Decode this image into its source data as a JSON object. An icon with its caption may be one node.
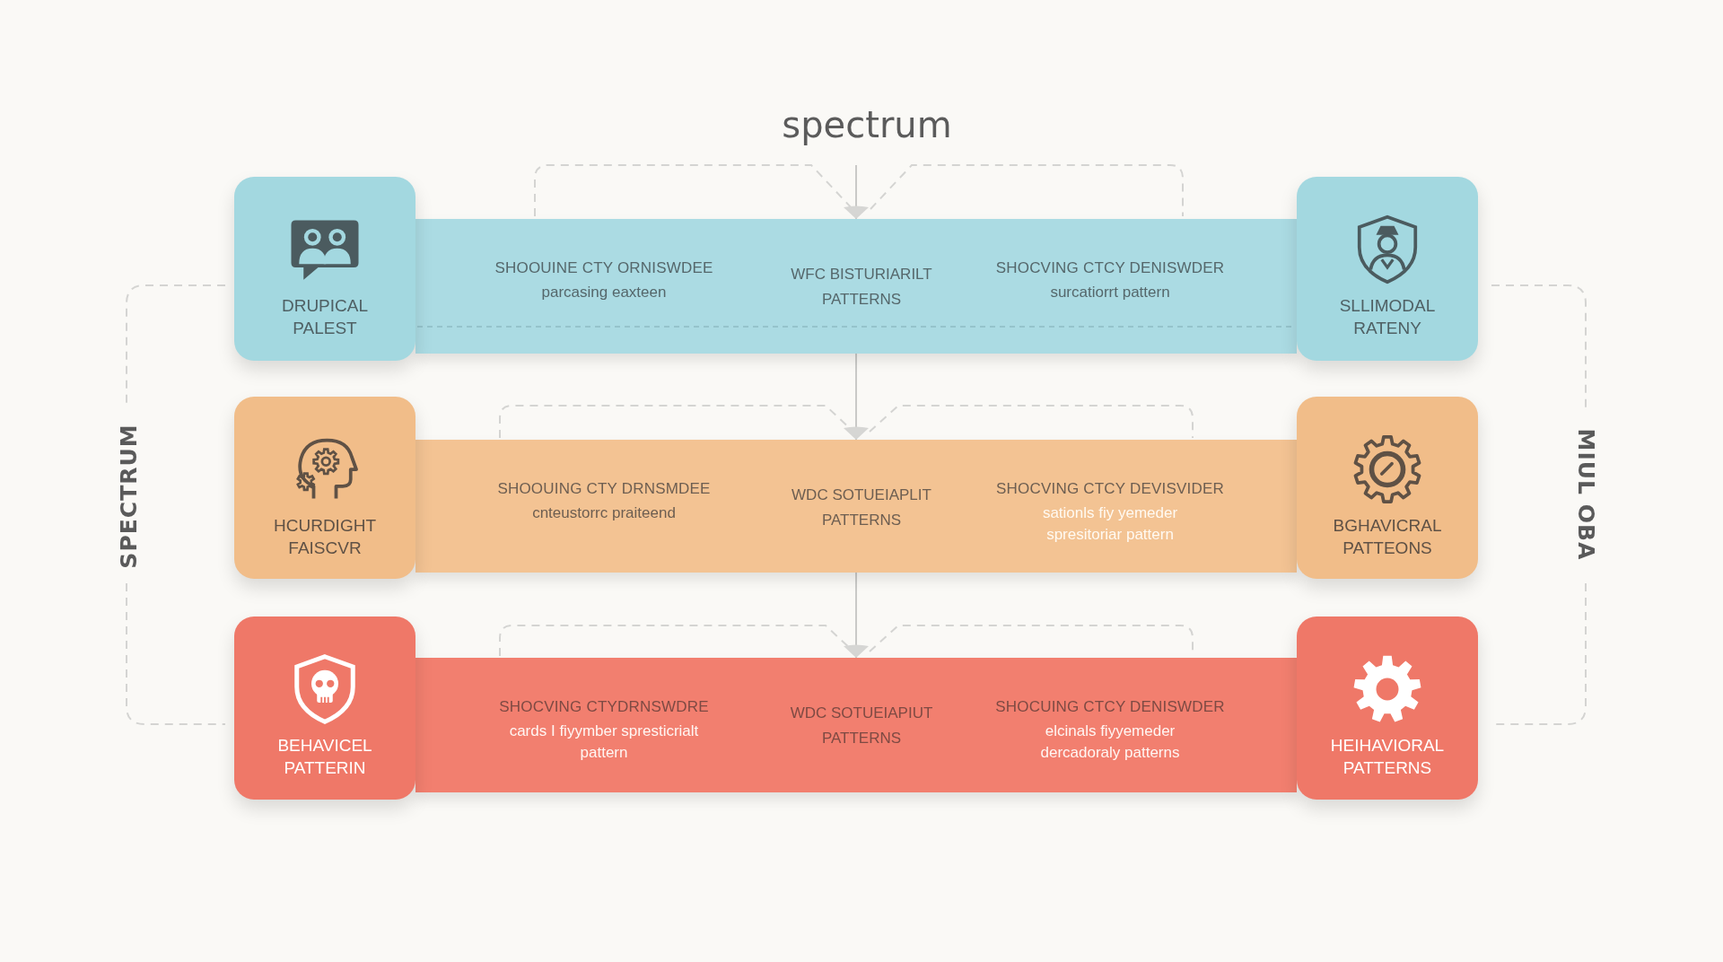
{
  "diagram": {
    "title": "spectrum",
    "nodes": [
      {
        "text": [
          "DRUPICAL PALEST"
        ]
      },
      {
        "text": [
          "SHOOUINE CTY ORNISWDEE",
          "parcasing eaxteen",
          "WFC BISTURIARILT PATTERNS",
          "SHOCVING CTCY DENISWDER",
          "surcatiorrt pattern"
        ]
      },
      {
        "text": [
          "SLLIMODAL RATENY"
        ]
      },
      {
        "text": [
          "HCURDIGHT FAISCVR"
        ]
      },
      {
        "text": [
          "SHOOUING CTY DRNSMDEE",
          "cnteustorrc praiteend",
          "WDC SOTUEIAPLIT PATTERNS",
          "SHOCVING CTCY DEVISVIDER",
          "sationls fiy yemeder spresitoriar pattern"
        ]
      },
      {
        "text": [
          "BGHAVICRAL PATTEONS"
        ]
      },
      {
        "text": [
          "BEHAVICEL PATTERIN"
        ]
      },
      {
        "text": [
          "SHOCVING CTYDRNSWDRE",
          "cards I fiyymber spresticrialt pattern",
          "WDC SOTUEIAPIUT PATTERNS",
          "SHOCUING CTCY DENISWDER",
          "elcinals fiyyemeder dercadoraly patterns"
        ]
      },
      {
        "text": [
          "HEIHAVIORAL PATTERNS"
        ]
      }
    ],
    "edges": [
      {
        "from": null,
        "to": 1,
        "arrow": "to"
      },
      {
        "from": 1,
        "to": 4,
        "arrow": "to"
      },
      {
        "from": 4,
        "to": 7,
        "arrow": "to"
      }
    ],
    "labels": [
      "SPECTRUM",
      "MIUL OBA"
    ]
  }
}
